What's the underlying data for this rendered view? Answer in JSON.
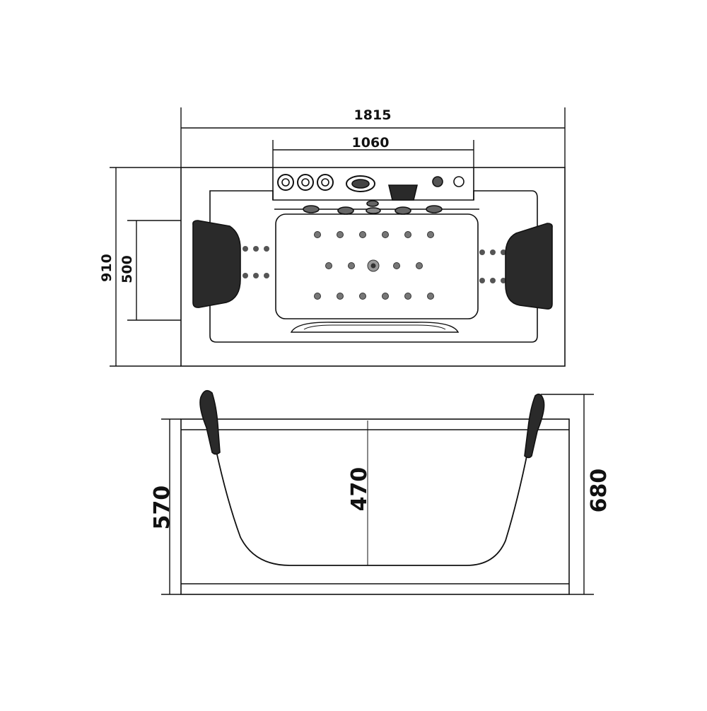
{
  "drawing": {
    "top_view": {
      "overall_length": "1815",
      "control_panel_width": "1060",
      "overall_width": "910",
      "inner_width": "500"
    },
    "side_view": {
      "tub_height": "570",
      "water_depth": "470",
      "overall_height": "680"
    },
    "colors": {
      "line": "#111111",
      "fill": "#ffffff",
      "headrest": "#2a2a2a"
    }
  }
}
